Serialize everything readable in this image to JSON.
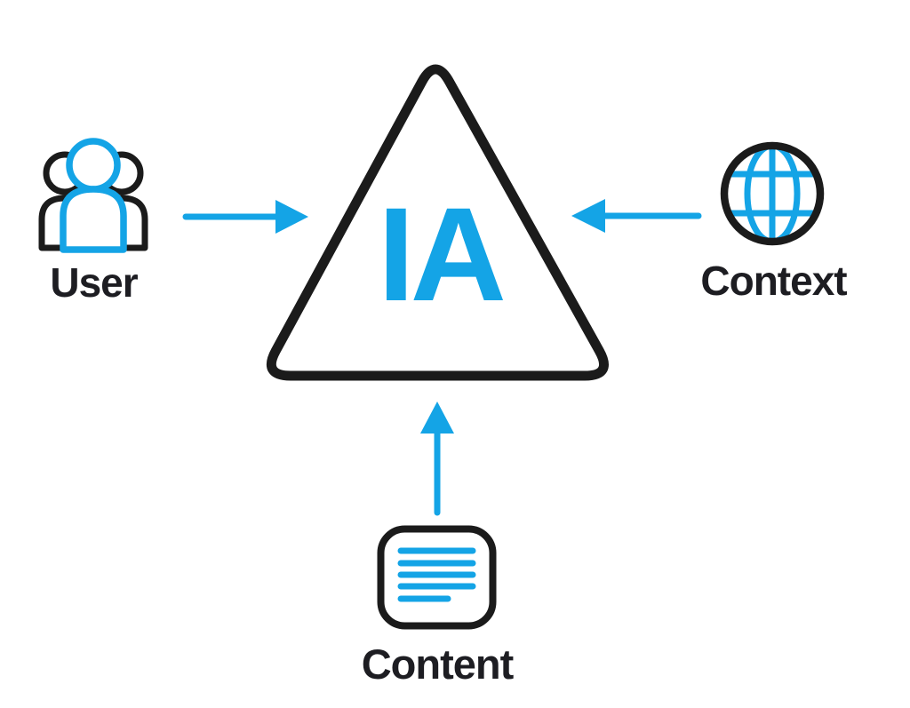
{
  "diagram": {
    "description": "Information architecture concept diagram: User, Context and Content feed into IA",
    "center": {
      "label": "IA",
      "shape": "rounded-triangle"
    },
    "nodes": [
      {
        "label": "User",
        "icon": "users-icon",
        "position": "left"
      },
      {
        "label": "Context",
        "icon": "globe-icon",
        "position": "right"
      },
      {
        "label": "Content",
        "icon": "document-lines-icon",
        "position": "bottom"
      }
    ],
    "arrows": [
      {
        "from": "User",
        "to": "IA",
        "direction": "right"
      },
      {
        "from": "Context",
        "to": "IA",
        "direction": "left"
      },
      {
        "from": "Content",
        "to": "IA",
        "direction": "up"
      }
    ],
    "colors": {
      "accent_blue": "#14a4e6",
      "outline_black": "#1b1b1b",
      "label_text": "#1d1d22",
      "background": "#ffffff"
    }
  }
}
